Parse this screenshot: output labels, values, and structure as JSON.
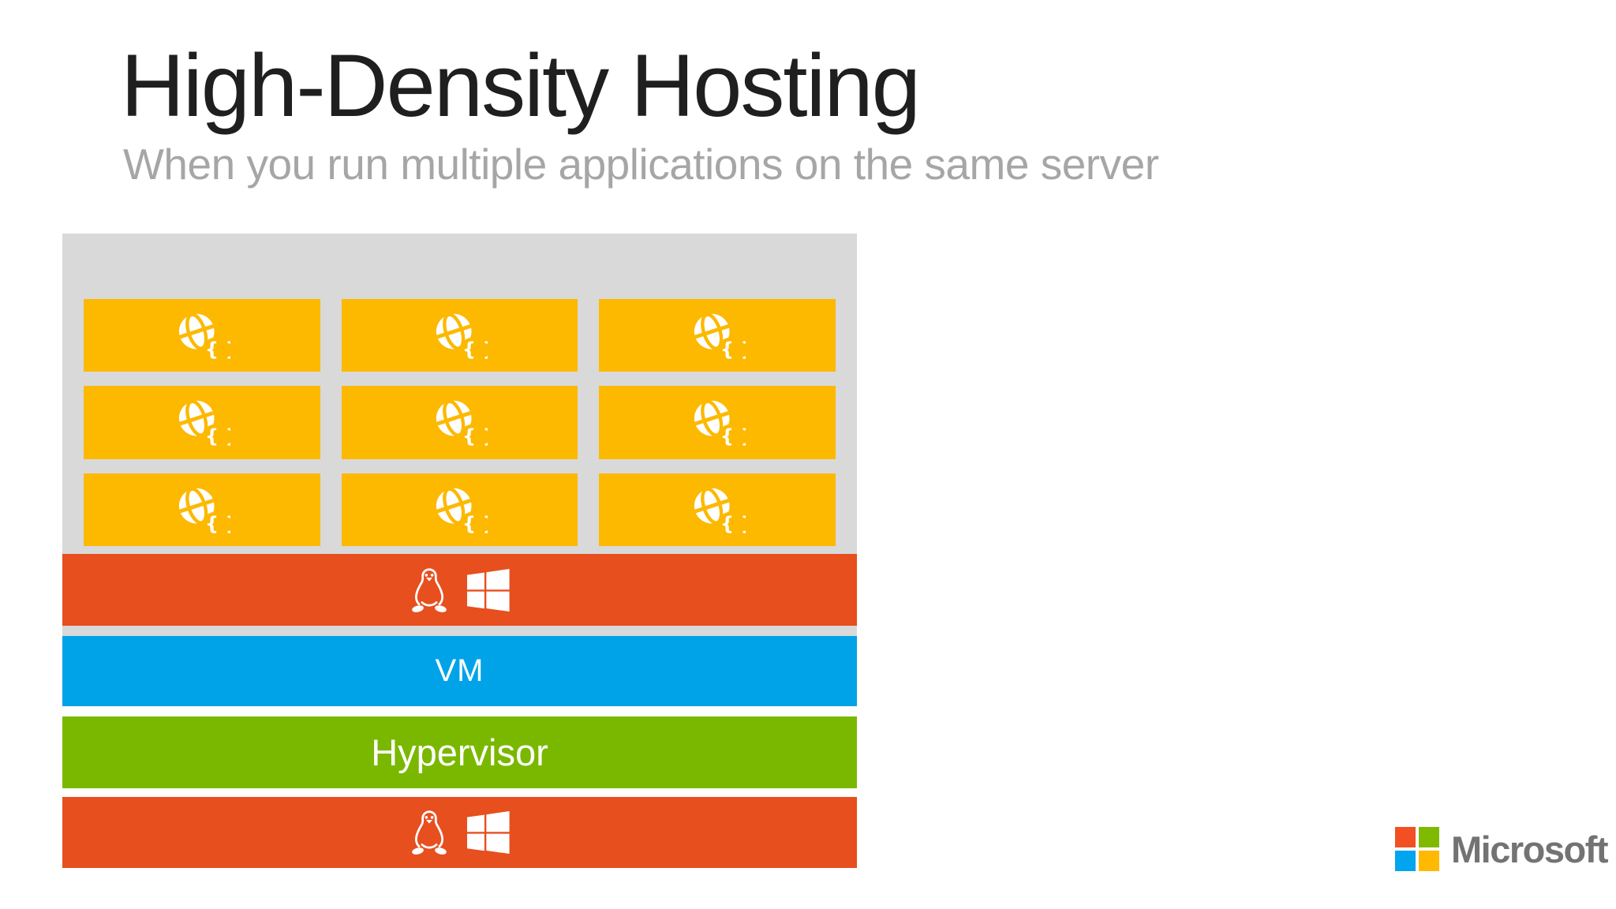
{
  "slide": {
    "title": "High-Density Hosting",
    "subtitle": "When you run multiple applications on the same server"
  },
  "diagram": {
    "apps": [
      {
        "icon": "web-app-icon"
      },
      {
        "icon": "web-app-icon"
      },
      {
        "icon": "web-app-icon"
      },
      {
        "icon": "web-app-icon"
      },
      {
        "icon": "web-app-icon"
      },
      {
        "icon": "web-app-icon"
      },
      {
        "icon": "web-app-icon"
      },
      {
        "icon": "web-app-icon"
      },
      {
        "icon": "web-app-icon"
      }
    ],
    "host_os_top": {
      "icons": [
        "linux-tux-icon",
        "windows-logo-icon"
      ]
    },
    "vm_label": "VM",
    "hypervisor_label": "Hypervisor",
    "host_os_bottom": {
      "icons": [
        "linux-tux-icon",
        "windows-logo-icon"
      ]
    }
  },
  "footer": {
    "logo_text": "Microsoft"
  },
  "colors": {
    "app_block": "#FDB800",
    "os_bar": "#E74F1E",
    "vm_bar": "#00A3E8",
    "hypervisor_bar": "#7AB800",
    "server_bg": "#D9D9D9",
    "title_text": "#1F1F1F",
    "subtitle_text": "#A6A6A6",
    "ms_logo_red": "#F25022",
    "ms_logo_green": "#7FBA00",
    "ms_logo_blue": "#00A4EF",
    "ms_logo_yellow": "#FFB900",
    "ms_logo_gray": "#737373"
  }
}
